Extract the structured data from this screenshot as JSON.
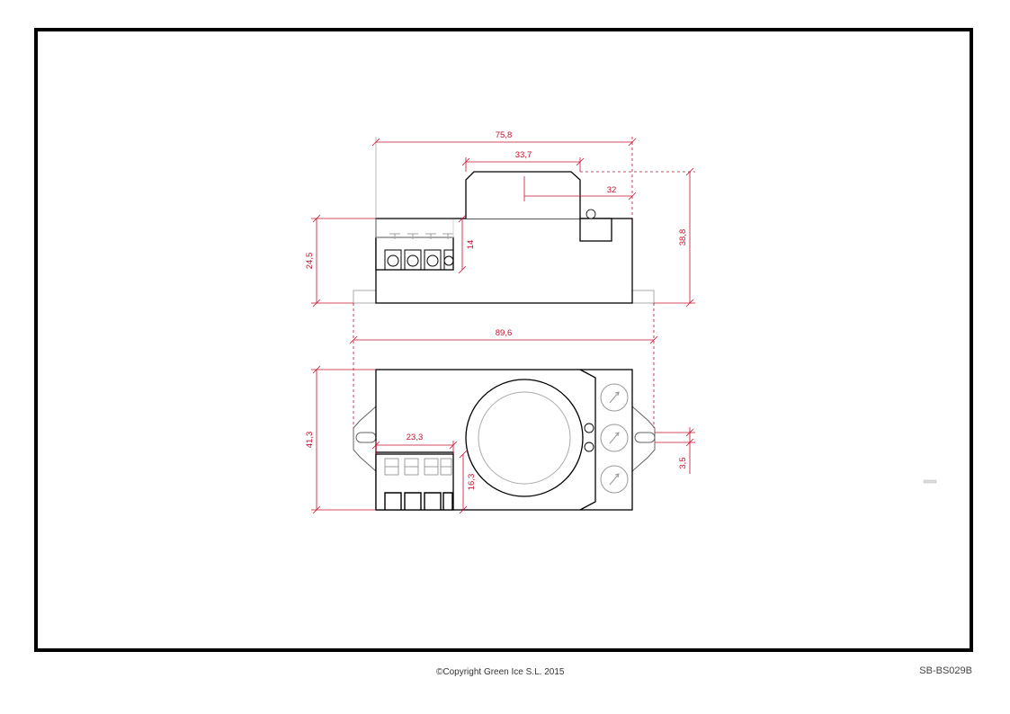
{
  "colors": {
    "dimension": "#c8102e",
    "outline": "#000000",
    "hidden": "#b0b0b0"
  },
  "dimensions": {
    "total_length_top": "75,8",
    "lens_housing_width": "33,7",
    "lens_offset": "32",
    "total_height": "38,8",
    "body_height": "24,5",
    "terminal_height": "14",
    "mount_span": "89,6",
    "body_depth": "41,3",
    "terminal_block_width": "23,3",
    "terminal_block_depth": "16,3",
    "slot_width": "3,5"
  },
  "footer": {
    "copyright": "©Copyright Green Ice S.L. 2015",
    "drawing_code": "SB-BS029B"
  }
}
